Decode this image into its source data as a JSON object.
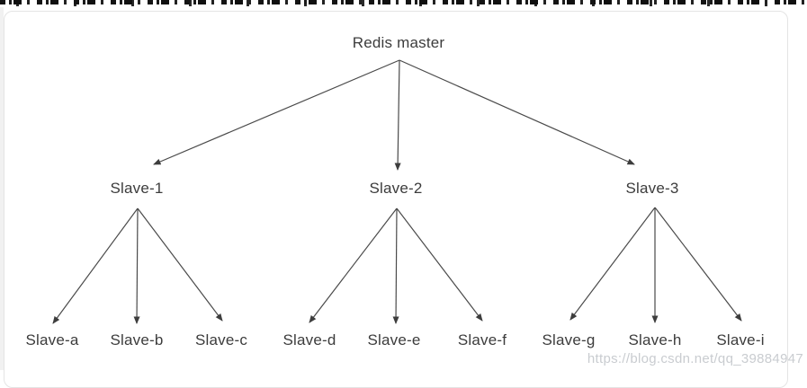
{
  "diagram": {
    "root": {
      "label": "Redis master"
    },
    "level1": [
      {
        "label": "Slave-1"
      },
      {
        "label": "Slave-2"
      },
      {
        "label": "Slave-3"
      }
    ],
    "level2": [
      {
        "label": "Slave-a"
      },
      {
        "label": "Slave-b"
      },
      {
        "label": "Slave-c"
      },
      {
        "label": "Slave-d"
      },
      {
        "label": "Slave-e"
      },
      {
        "label": "Slave-f"
      },
      {
        "label": "Slave-g"
      },
      {
        "label": "Slave-h"
      },
      {
        "label": "Slave-i"
      }
    ]
  },
  "watermark": {
    "text": "https://blog.csdn.net/qq_39884947"
  },
  "colors": {
    "line": "#4a4a4a",
    "arrowhead": "#3d3d3d",
    "text": "#3c3c3c",
    "watermark": "#c9ccd0",
    "card_border": "#e4e4e4",
    "page_gutter": "#f1f1f1"
  }
}
